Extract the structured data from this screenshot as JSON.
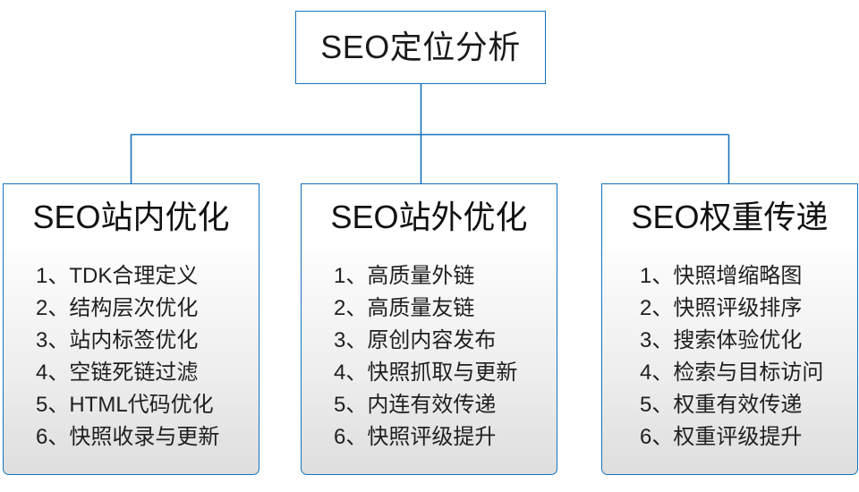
{
  "diagram": {
    "type": "org-tree",
    "accent_color": "#1673bd",
    "text_color": "#1a1a1a",
    "body_gradient_top": "#fdfdfd",
    "body_gradient_bottom": "#dedede",
    "root": {
      "label": "SEO定位分析"
    },
    "branches": [
      {
        "title": "SEO站内优化",
        "items": [
          "1、TDK合理定义",
          "2、结构层次优化",
          "3、站内标签优化",
          "4、空链死链过滤",
          "5、HTML代码优化",
          "6、快照收录与更新"
        ]
      },
      {
        "title": "SEO站外优化",
        "items": [
          "1、高质量外链",
          "2、高质量友链",
          "3、原创内容发布",
          "4、快照抓取与更新",
          "5、内连有效传递",
          "6、快照评级提升"
        ]
      },
      {
        "title": "SEO权重传递",
        "items": [
          "1、快照增缩略图",
          "2、快照评级排序",
          "3、搜索体验优化",
          "4、检索与目标访问",
          "5、权重有效传递",
          "6、权重评级提升"
        ]
      }
    ]
  }
}
